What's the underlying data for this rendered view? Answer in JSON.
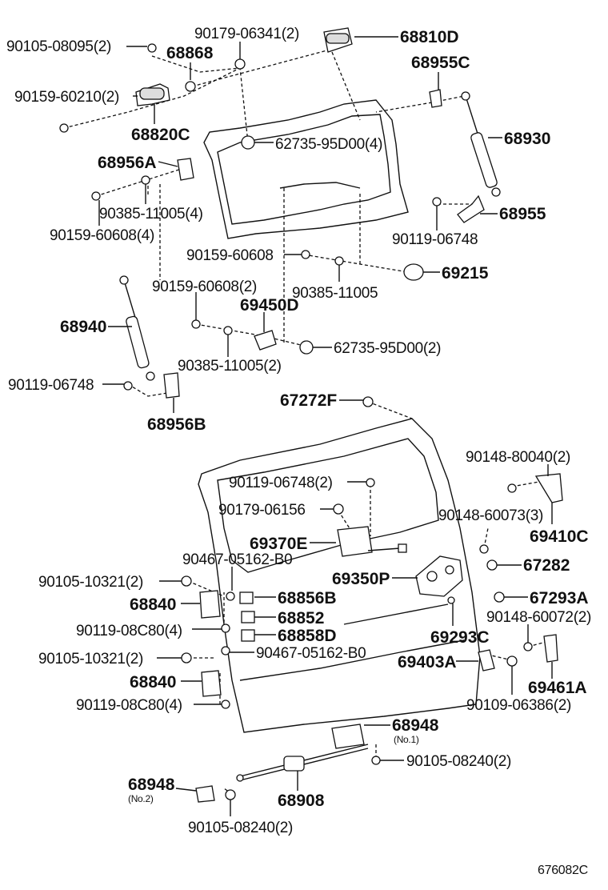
{
  "labels": {
    "p_90105_08095": "90105-08095(2)",
    "p_90179_06341": "90179-06341(2)",
    "p_68810D": "68810D",
    "p_68868": "68868",
    "p_68955C": "68955C",
    "p_90159_60210": "90159-60210(2)",
    "p_68820C": "68820C",
    "p_68930": "68930",
    "p_62735_95D00_4": "62735-95D00(4)",
    "p_68956A": "68956A",
    "p_90385_11005_4": "90385-11005(4)",
    "p_68955": "68955",
    "p_90159_60608_4": "90159-60608(4)",
    "p_90119_06748_a": "90119-06748",
    "p_90159_60608": "90159-60608",
    "p_69215": "69215",
    "p_90385_11005": "90385-11005",
    "p_90159_60608_2": "90159-60608(2)",
    "p_69450D": "69450D",
    "p_68940": "68940",
    "p_62735_95D00_2": "62735-95D00(2)",
    "p_90385_11005_2": "90385-11005(2)",
    "p_90119_06748_b": "90119-06748",
    "p_68956B": "68956B",
    "p_67272F": "67272F",
    "p_90148_80040": "90148-80040(2)",
    "p_90119_06748_2": "90119-06748(2)",
    "p_90179_06156": "90179-06156",
    "p_90148_60073": "90148-60073(3)",
    "p_69410C": "69410C",
    "p_69370E": "69370E",
    "p_90467_05162_B0_a": "90467-05162-B0",
    "p_67282": "67282",
    "p_90105_10321_a": "90105-10321(2)",
    "p_69350P": "69350P",
    "p_68840_a": "68840",
    "p_68856B": "68856B",
    "p_67293A": "67293A",
    "p_68852": "68852",
    "p_90119_08C80_a": "90119-08C80(4)",
    "p_68858D": "68858D",
    "p_90148_60072": "90148-60072(2)",
    "p_69293C": "69293C",
    "p_90105_10321_b": "90105-10321(2)",
    "p_90467_05162_B0_b": "90467-05162-B0",
    "p_69403A": "69403A",
    "p_68840_b": "68840",
    "p_69461A": "69461A",
    "p_90119_08C80_b": "90119-08C80(4)",
    "p_90109_06386": "90109-06386(2)",
    "p_68948_a": "68948",
    "p_68948_a_note": "(No.1)",
    "p_90105_08240_a": "90105-08240(2)",
    "p_68948_b": "68948",
    "p_68948_b_note": "(No.2)",
    "p_68908": "68908",
    "p_90105_08240_b": "90105-08240(2)",
    "ref_code": "676082C"
  }
}
